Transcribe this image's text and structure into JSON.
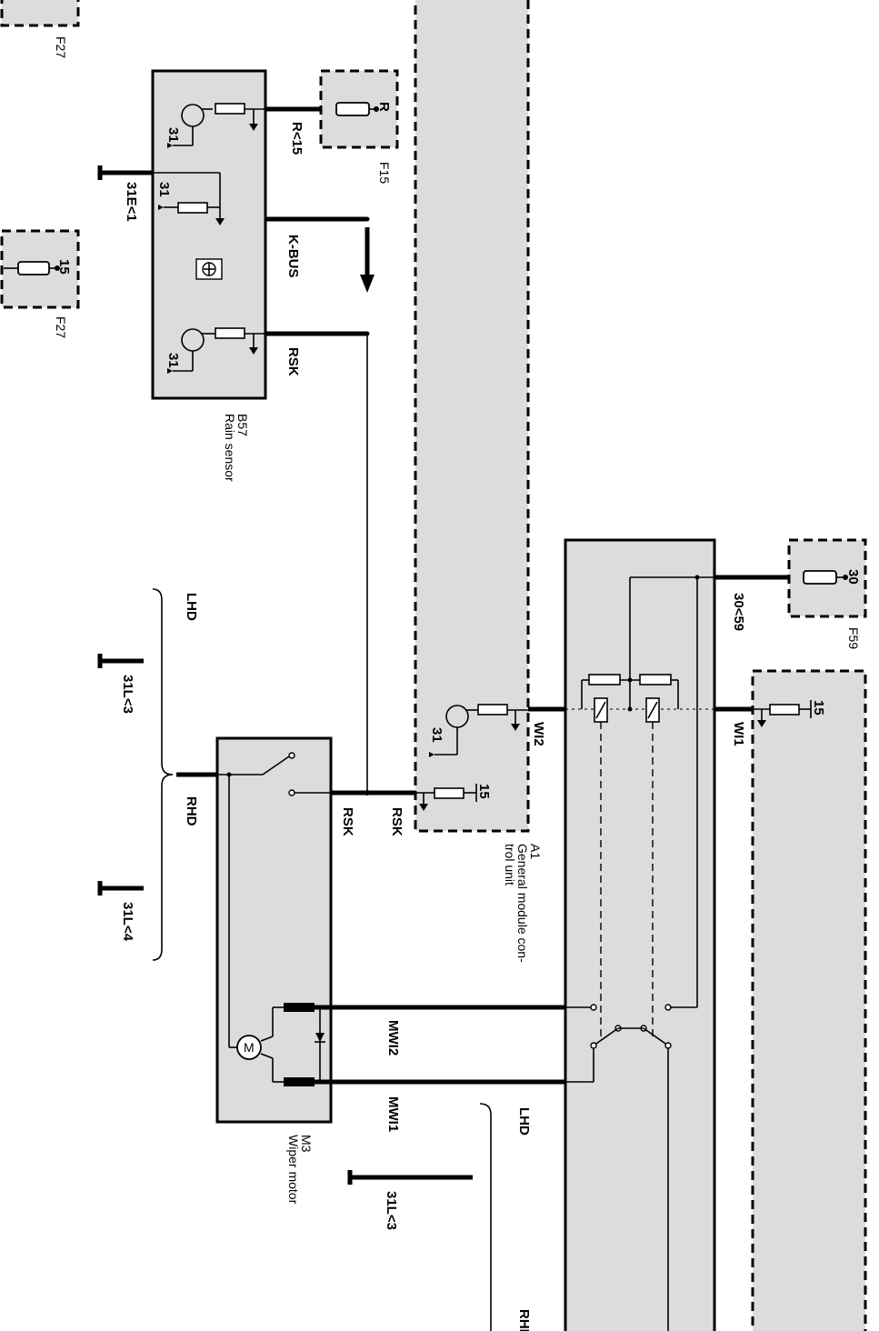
{
  "components": {
    "rain_sensor": {
      "id": "B57",
      "name": "Rain sensor"
    },
    "gm_unit": {
      "id": "A1",
      "name_line1": "General module con-",
      "name_line2": "trol unit"
    },
    "wiper_motor": {
      "id": "M3",
      "name": "Wiper motor"
    },
    "fuse_f15": {
      "id": "F15",
      "pin": "R"
    },
    "fuse_f27_top": {
      "id": "F27"
    },
    "fuse_f27": {
      "id": "F27",
      "pin": "15"
    },
    "fuse_f59": {
      "id": "F59",
      "pin": "30"
    }
  },
  "labels": {
    "r15": "R<15",
    "kbus": "K-BUS",
    "rsk": "RSK",
    "g31e1": "31E<1",
    "t31": "31",
    "wi2": "WI2",
    "wi1": "WI1",
    "v15": "15",
    "v3059": "30<59",
    "lhd": "LHD",
    "rhd": "RHD",
    "l31_3": "31L<3",
    "l31_4": "31L<4",
    "mwi2": "MWI2",
    "mwi1": "MWI1",
    "motor": "M"
  }
}
